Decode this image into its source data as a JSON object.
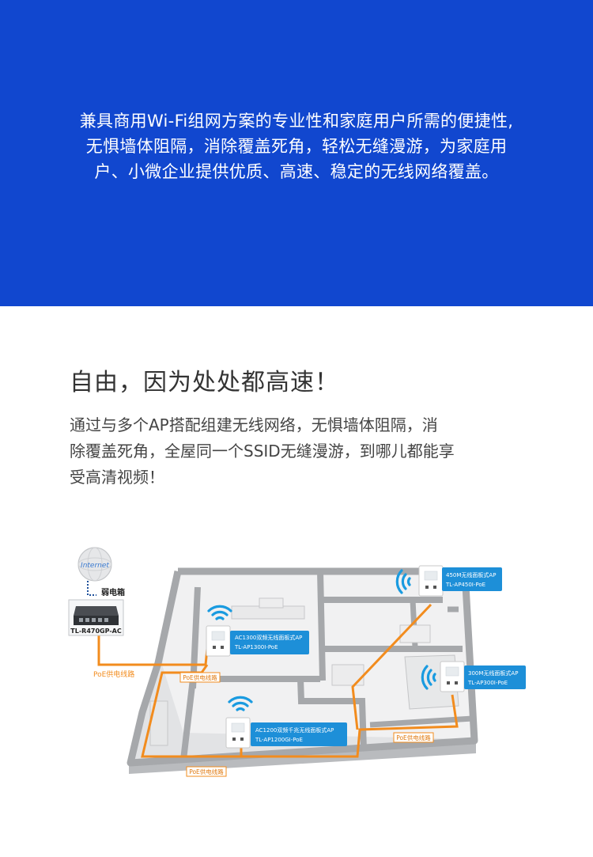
{
  "hero": {
    "lines": [
      "兼具商用Wi-Fi组网方案的专业性和家庭用户所需的便捷性,",
      "无惧墙体阻隔，消除覆盖死角，轻松无缝漫游，为家庭用",
      "户、小微企业提供优质、高速、稳定的无线网络覆盖。"
    ],
    "background_color": "#1147cf"
  },
  "section": {
    "title": "自由，因为处处都高速！",
    "desc_lines": [
      "通过与多个AP搭配组建无线网络，无惧墙体阻隔，消",
      "除覆盖死角，全屋同一个SSID无缝漫游，到哪儿都能享",
      "受高清视频！"
    ]
  },
  "diagram": {
    "internet_label": "Internet",
    "box_label": "弱电箱",
    "switch_label": "TL-R470GP-AC",
    "poe_main_label": "PoE供电线路",
    "poe_tags": [
      "PoE供电线路",
      "PoE供电线路",
      "PoE供电线路"
    ],
    "aps": [
      {
        "line1": "AC1300双频无线面板式AP",
        "line2": "TL-AP1300I-PoE"
      },
      {
        "line1": "AC1200双频千兆无线面板式AP",
        "line2": "TL-AP1200GI-PoE"
      },
      {
        "line1": "450M无线面板式AP",
        "line2": "TL-AP450I-PoE"
      },
      {
        "line1": "300M无线面板式AP",
        "line2": "TL-AP300I-PoE"
      }
    ],
    "colors": {
      "poe_line": "#f28c1e",
      "ap_label_bg": "#1d8fd8",
      "wifi": "#1a9be0",
      "wall": "#a6a8ab"
    }
  }
}
